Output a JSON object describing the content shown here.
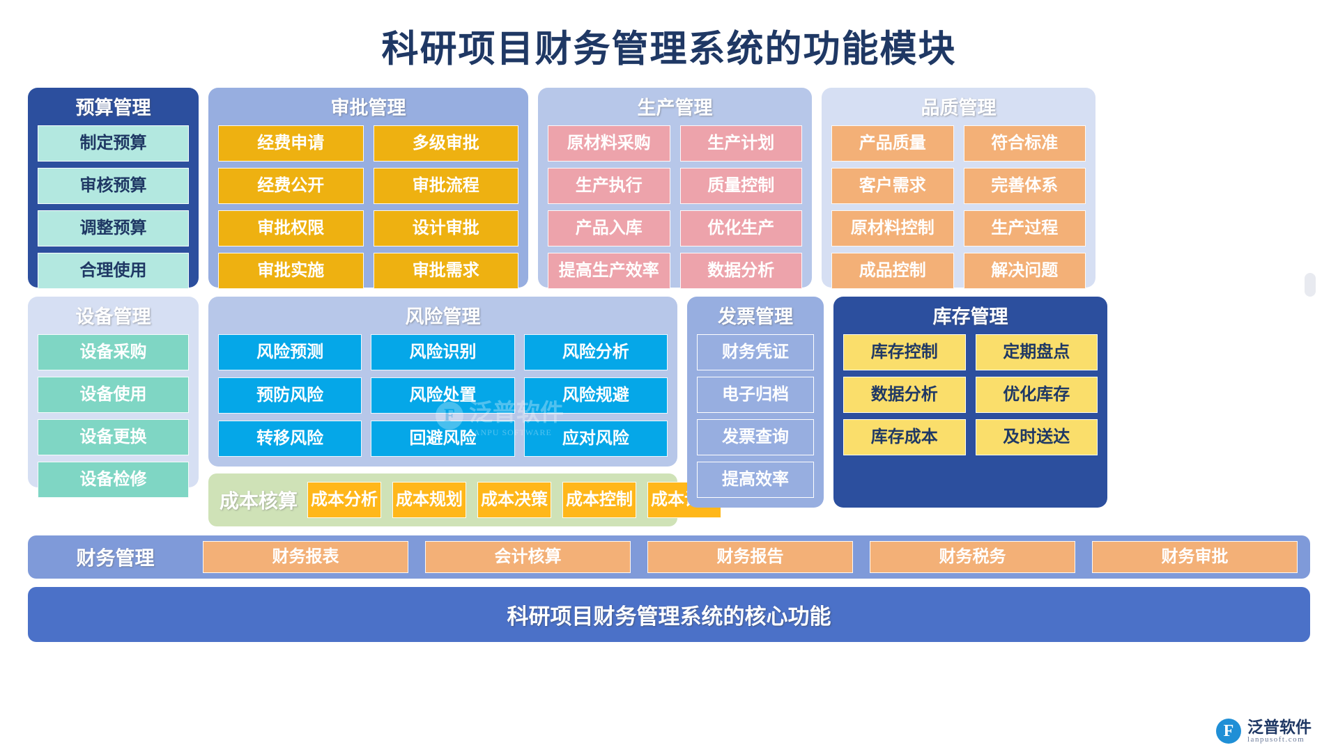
{
  "title": "科研项目财务管理系统的功能模块",
  "panels": {
    "budget": {
      "title": "预算管理",
      "items": [
        "制定预算",
        "审核预算",
        "调整预算",
        "合理使用"
      ]
    },
    "approval": {
      "title": "审批管理",
      "items": [
        "经费申请",
        "多级审批",
        "经费公开",
        "审批流程",
        "审批权限",
        "设计审批",
        "审批实施",
        "审批需求"
      ]
    },
    "production": {
      "title": "生产管理",
      "items": [
        "原材料采购",
        "生产计划",
        "生产执行",
        "质量控制",
        "产品入库",
        "优化生产",
        "提高生产效率",
        "数据分析"
      ]
    },
    "quality": {
      "title": "品质管理",
      "items": [
        "产品质量",
        "符合标准",
        "客户需求",
        "完善体系",
        "原材料控制",
        "生产过程",
        "成品控制",
        "解决问题"
      ]
    },
    "equipment": {
      "title": "设备管理",
      "items": [
        "设备采购",
        "设备使用",
        "设备更换",
        "设备检修"
      ]
    },
    "risk": {
      "title": "风险管理",
      "items": [
        "风险预测",
        "风险识别",
        "风险分析",
        "预防风险",
        "风险处置",
        "风险规避",
        "转移风险",
        "回避风险",
        "应对风险"
      ]
    },
    "invoice": {
      "title": "发票管理",
      "items": [
        "财务凭证",
        "电子归档",
        "发票查询",
        "提高效率"
      ]
    },
    "inventory": {
      "title": "库存管理",
      "items": [
        "库存控制",
        "定期盘点",
        "数据分析",
        "优化库存",
        "库存成本",
        "及时送达"
      ]
    },
    "cost": {
      "title": "成本核算",
      "items": [
        "成本分析",
        "成本规划",
        "成本决策",
        "成本控制",
        "成本计算"
      ]
    },
    "finance": {
      "title": "财务管理",
      "items": [
        "财务报表",
        "会计核算",
        "财务报告",
        "财务税务",
        "财务审批"
      ]
    }
  },
  "footer_banner": "科研项目财务管理系统的核心功能",
  "watermarks": {
    "center_text": "泛普软件",
    "center_sub": "FANPU SOFTWARE",
    "brand_text": "泛普软件",
    "brand_sub": "lanpusoft.com",
    "logo_glyph": "F"
  },
  "colors": {
    "title": "#1f3864",
    "budget_bg": "#2c4f9e",
    "approval_bg": "#97aee0",
    "production_bg": "#b7c7e9",
    "quality_bg": "#d6dff3",
    "equipment_bg": "#d6dff3",
    "risk_bg": "#b7c7e9",
    "invoice_bg": "#97aee0",
    "inventory_bg": "#2c4f9e",
    "cost_bg": "#cfe2b7",
    "finance_bg": "#7f9ad9",
    "banner_bg": "#4b71c8",
    "mint": "#b3e8e0",
    "gold": "#eeb111",
    "pink": "#eda3ab",
    "orange": "#f3b077",
    "teal": "#7fd6c4",
    "blue": "#05a7e8",
    "yellow": "#fade6b",
    "amber": "#ffb71a"
  }
}
